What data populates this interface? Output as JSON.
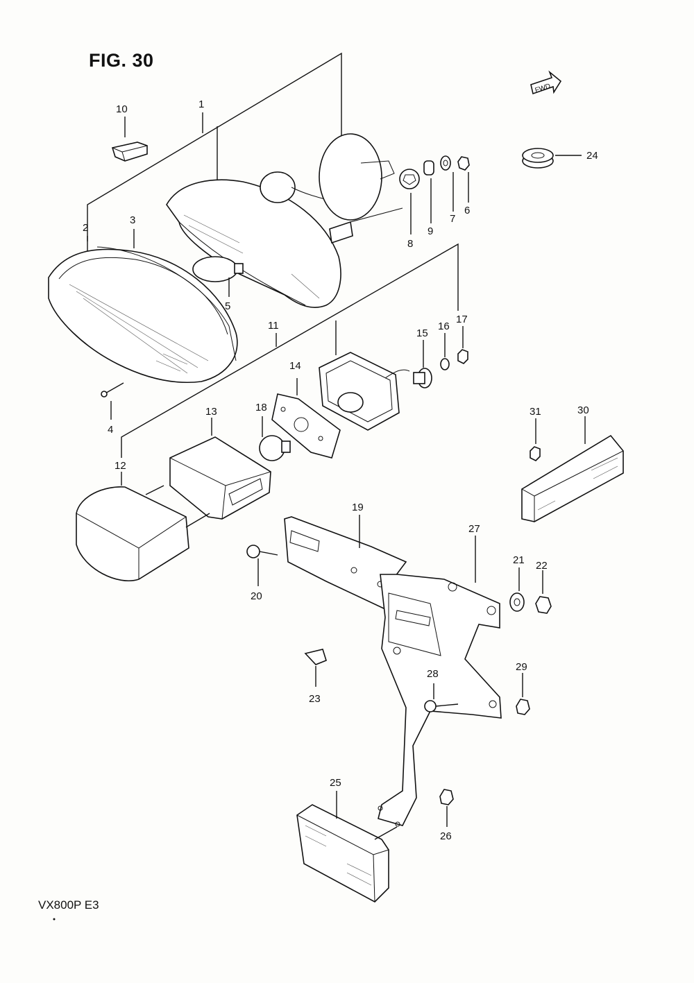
{
  "figure": {
    "title": "FIG. 30",
    "model_code": "VX800P  E3",
    "fwd_label": "FWD"
  },
  "callouts": [
    "1",
    "2",
    "3",
    "4",
    "5",
    "6",
    "7",
    "8",
    "9",
    "10",
    "11",
    "12",
    "13",
    "14",
    "15",
    "16",
    "17",
    "18",
    "19",
    "20",
    "21",
    "22",
    "23",
    "24",
    "25",
    "26",
    "27",
    "28",
    "29",
    "30",
    "31"
  ]
}
